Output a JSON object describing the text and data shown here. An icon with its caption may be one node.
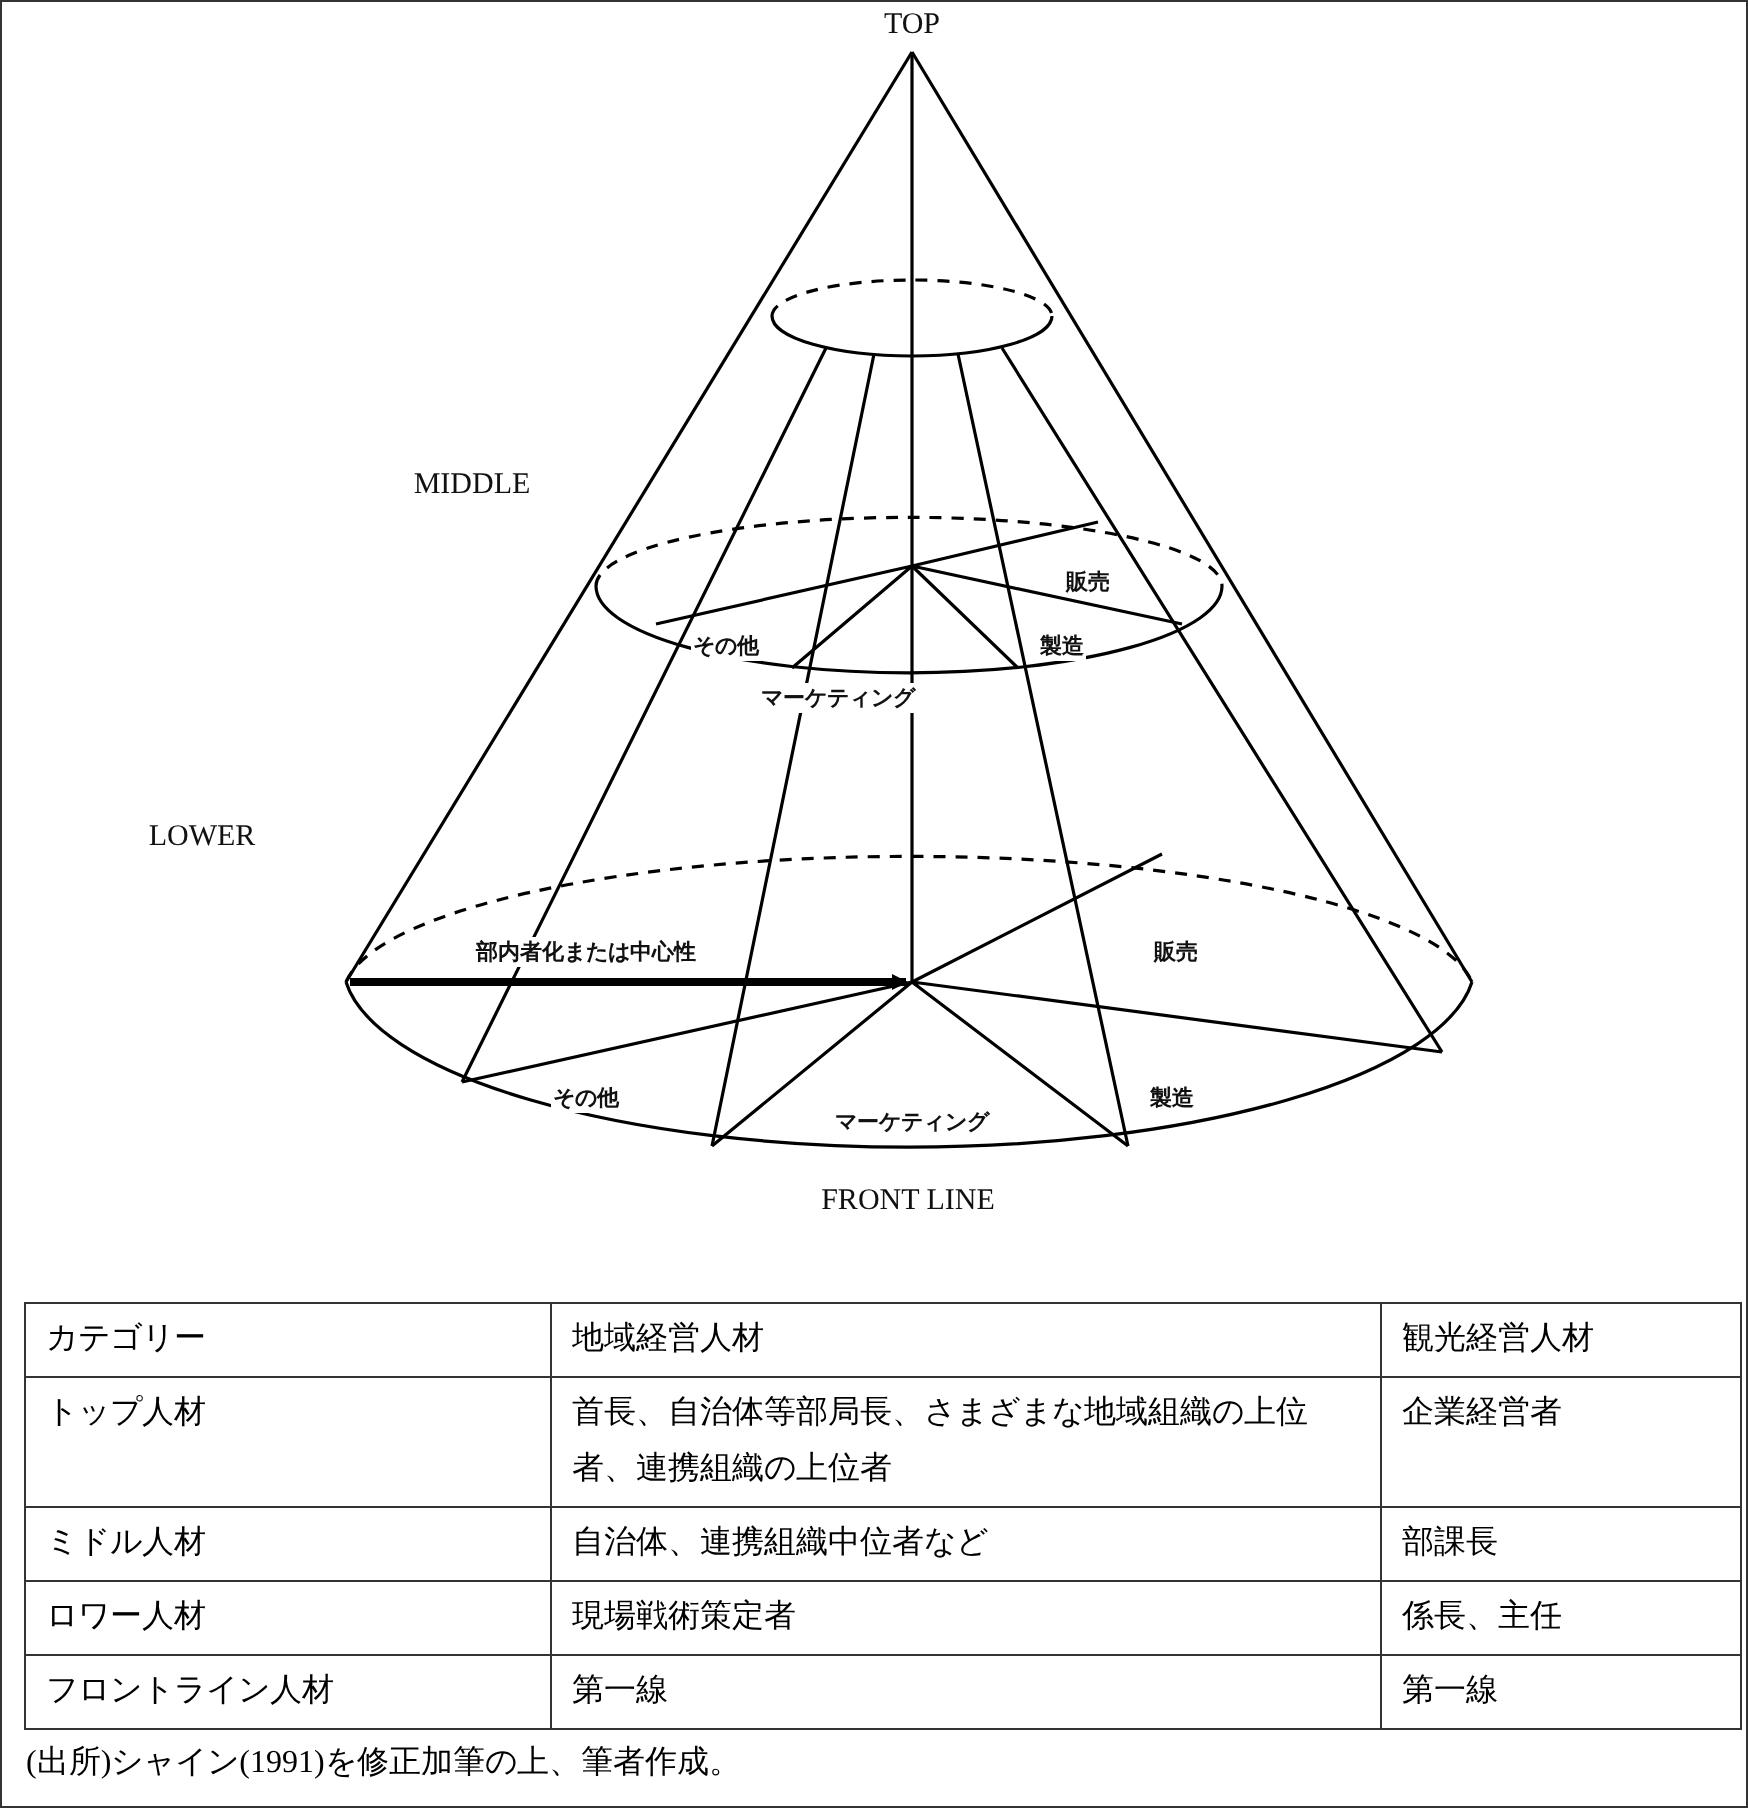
{
  "diagram": {
    "caption": "(出所)シャイン(1991)を修正加筆の上、筆者作成。",
    "labels": [
      "TOP",
      "MIDDLE",
      "販売",
      "その他",
      "製造",
      "マーケティング",
      "LOWER",
      "部内者化または中心性",
      "販売",
      "その他",
      "マーケティング",
      "製造",
      "FRONT LINE",
      "カテゴリー",
      "地域経営人材",
      "観光経営人材",
      "トップ人材",
      "首長、自治体等部局長、さまざまな地域組織の上位者、連携組織の上位者",
      "企業経営者",
      "ミドル人材",
      "自治体、連携組織中位者など",
      "部課長",
      "ロワー人材",
      "現場戦術策定者",
      "係長、主任",
      "フロントライン人材",
      "第一線",
      "第一線"
    ]
  }
}
